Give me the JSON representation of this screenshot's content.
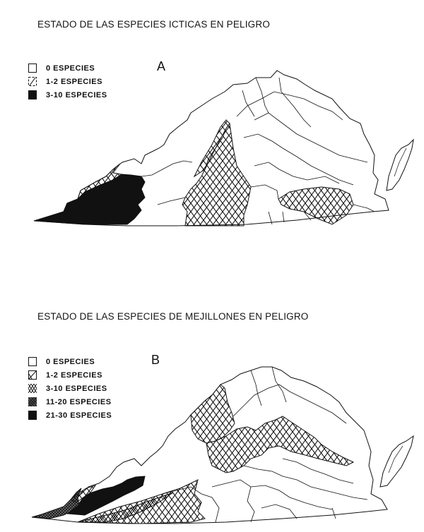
{
  "panels": [
    {
      "id": "A",
      "letter": "A",
      "title": "ESTADO DE LAS ESPECIES ICTICAS EN PELIGRO",
      "legend": [
        {
          "label": "0 ESPECIES",
          "pattern": "empty"
        },
        {
          "label": "1-2 ESPECIES",
          "pattern": "diagonal-hatch"
        },
        {
          "label": "3-10 ESPECIES",
          "pattern": "solid-black"
        }
      ]
    },
    {
      "id": "B",
      "letter": "B",
      "title": "ESTADO DE LAS ESPECIES DE MEJILLONES EN PELIGRO",
      "legend": [
        {
          "label": "0 ESPECIES",
          "pattern": "empty"
        },
        {
          "label": "1-2 ESPECIES",
          "pattern": "diagonal-hatch"
        },
        {
          "label": "3-10 ESPECIES",
          "pattern": "crosshatch"
        },
        {
          "label": "11-20 ESPECIES",
          "pattern": "dense-stipple"
        },
        {
          "label": "21-30 ESPECIES",
          "pattern": "solid-black"
        }
      ]
    }
  ],
  "colors": {
    "ink": "#111111",
    "background": "#ffffff"
  }
}
